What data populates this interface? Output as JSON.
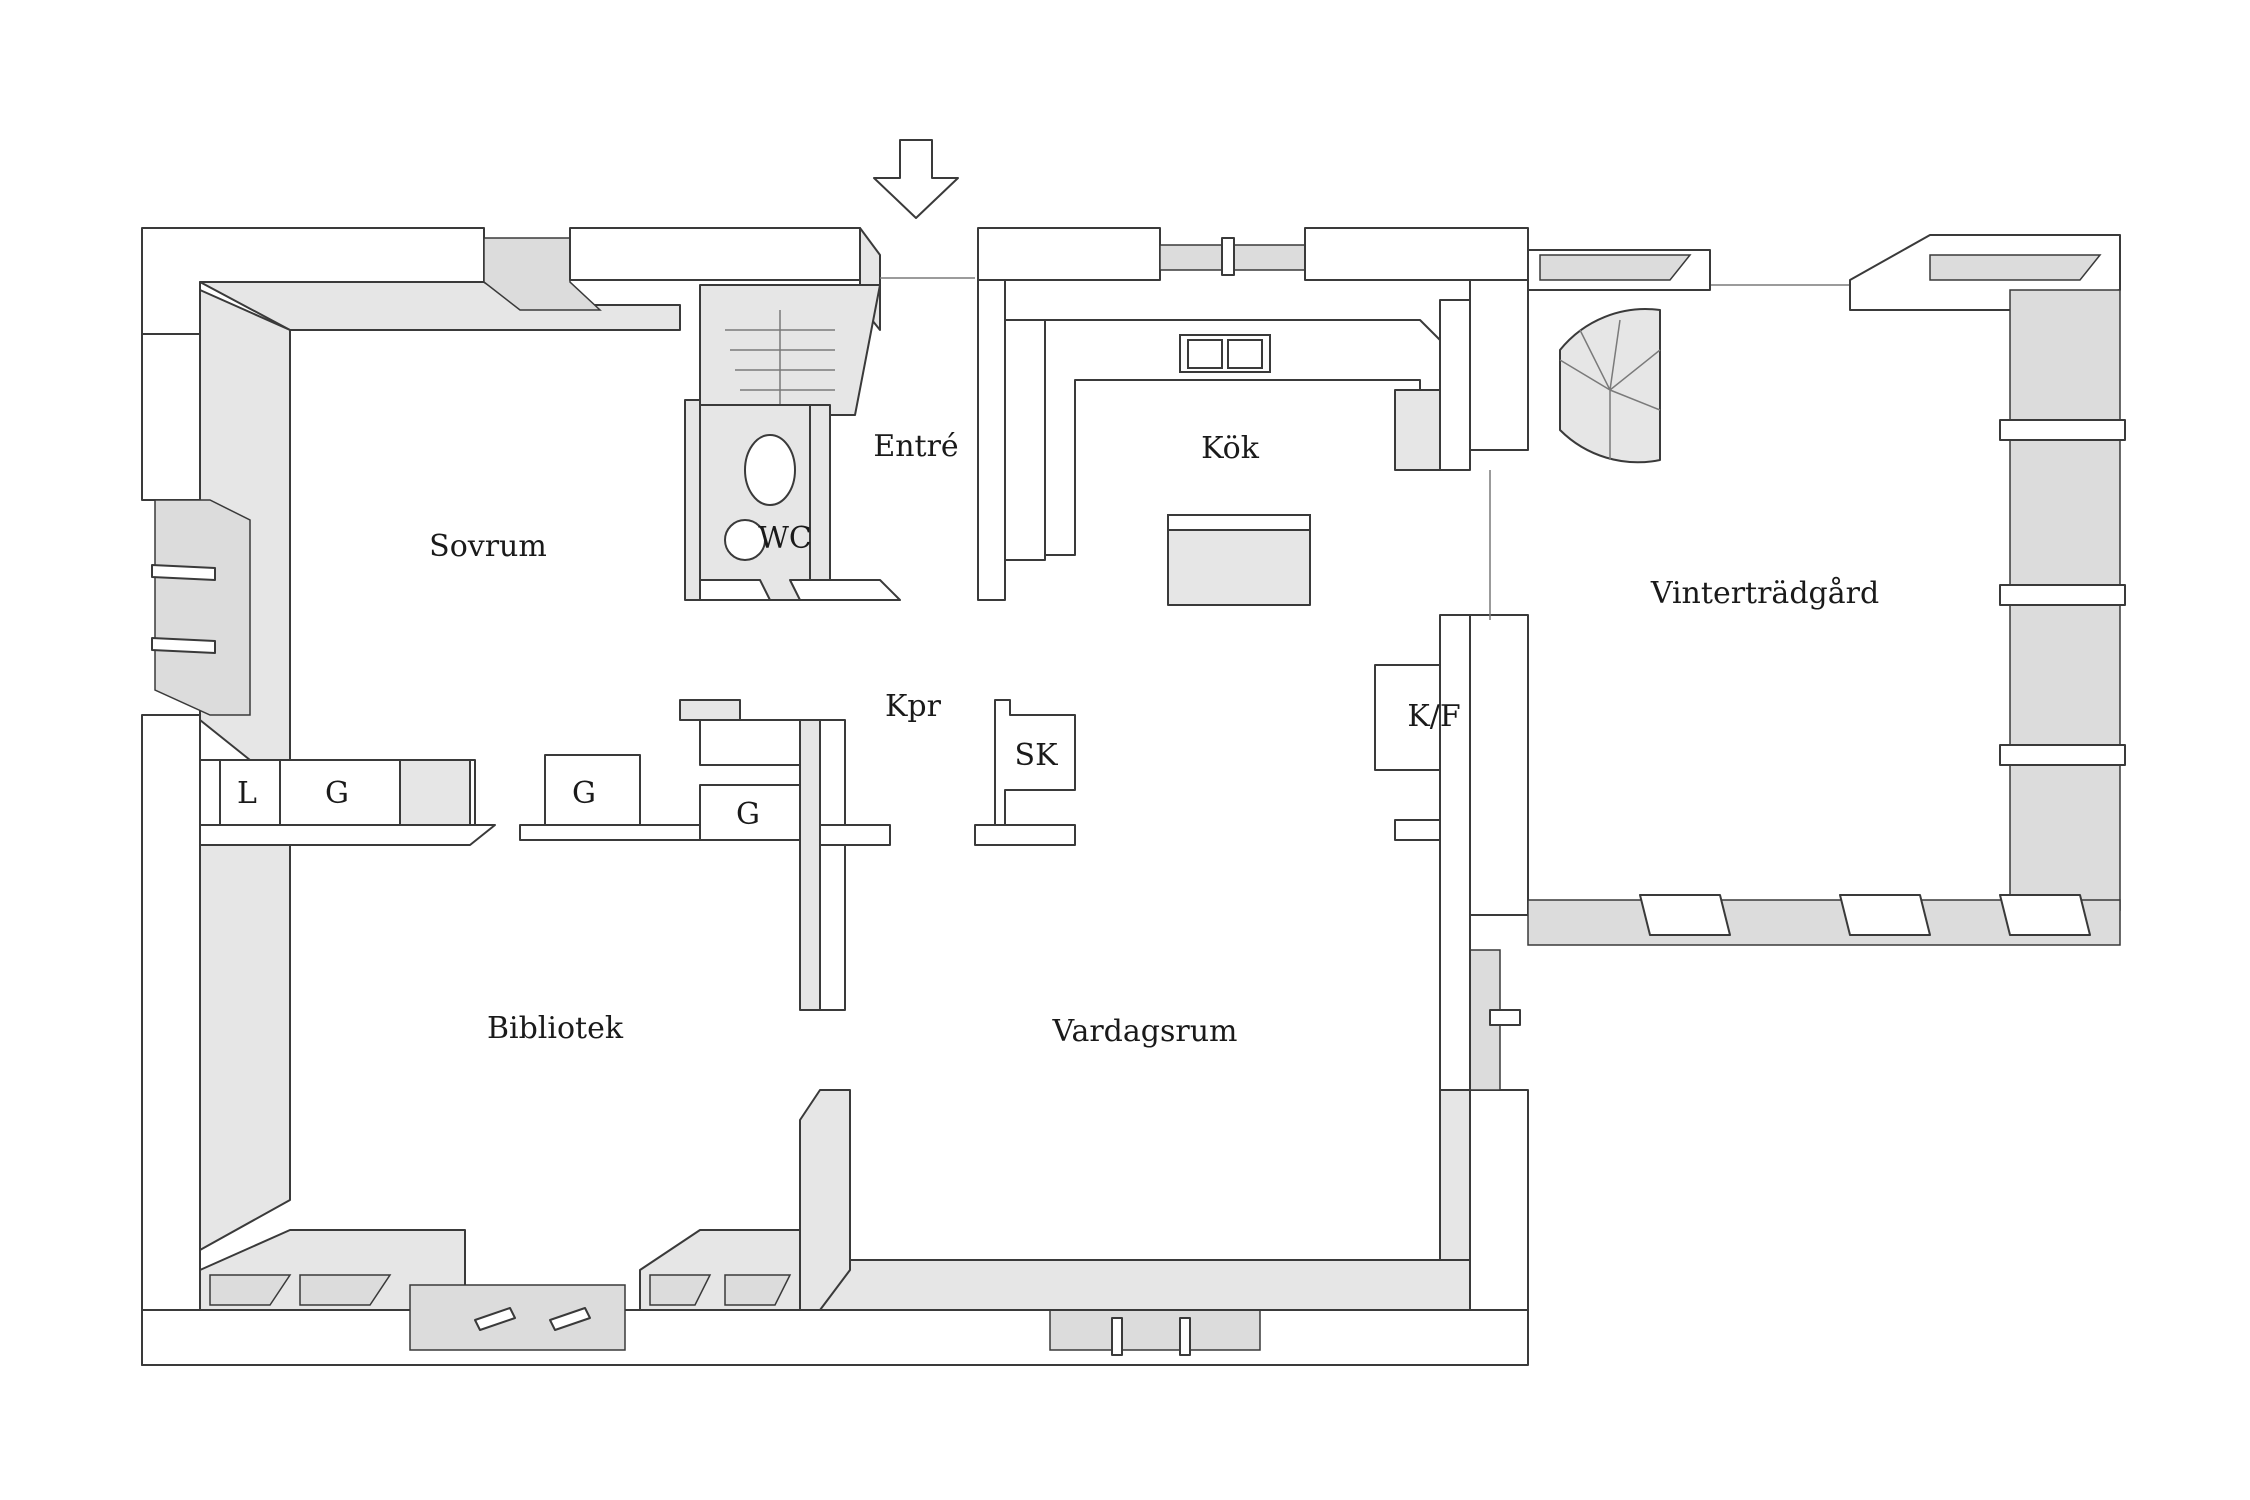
{
  "plan": {
    "rooms": {
      "sovrum": "Sovrum",
      "entre": "Entré",
      "wc": "WC",
      "kok": "Kök",
      "kpr": "Kpr",
      "vinterträdgard": "Vinterträdgård",
      "bibliotek": "Bibliotek",
      "vardagsrum": "Vardagsrum"
    },
    "fixtures": {
      "l": "L",
      "g1": "G",
      "g2": "G",
      "g3": "G",
      "sk": "SK",
      "kf": "K/F"
    }
  }
}
